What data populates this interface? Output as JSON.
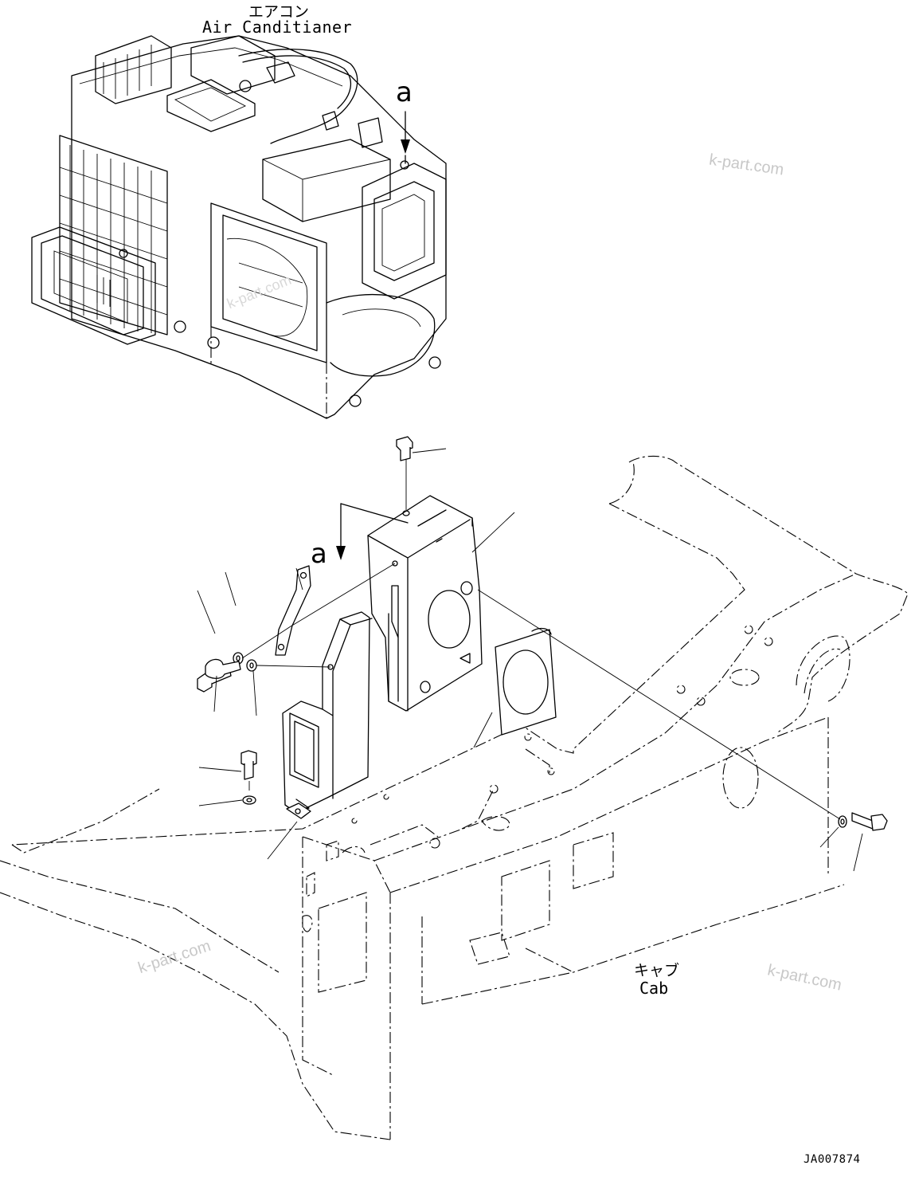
{
  "labels": {
    "air_conditioner_jp": "エアコン",
    "air_conditioner_en": "Air Canditianer",
    "cab_jp": "キャブ",
    "cab_en": "Cab",
    "detail_a_top": "a",
    "detail_a_bottom": "a",
    "drawing_code": "JA007874"
  },
  "watermarks": [
    "k-part.com",
    "k-part.com",
    "k-part.com",
    "k-part.com"
  ],
  "colors": {
    "line": "#000000",
    "background": "#ffffff",
    "watermark": "#c8c8c8"
  }
}
